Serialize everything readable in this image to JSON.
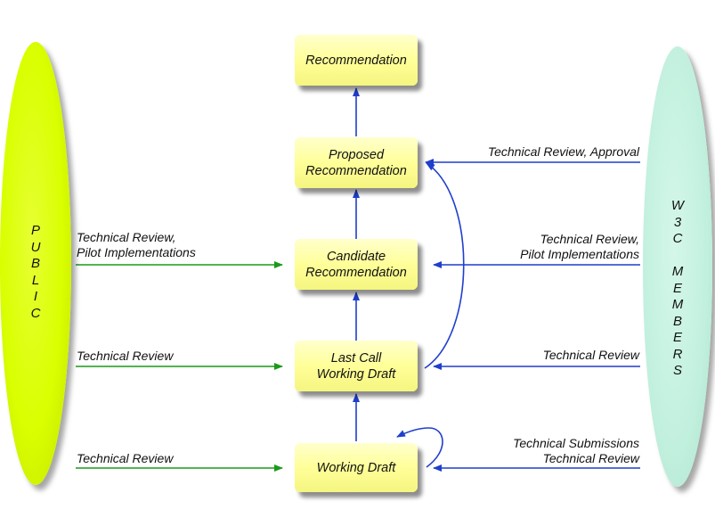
{
  "colors": {
    "public_fill": "#d9ff00",
    "w3c_fill": "#c2f0de",
    "stage_fill": "#ffff99",
    "public_arrow": "#1a9a1a",
    "w3c_arrow": "#1f3fcc"
  },
  "public": {
    "label": "P\nU\nB\nL\nI\nC"
  },
  "w3c": {
    "label": "W\n3\nC\n \nM\nE\nM\nB\nE\nR\nS"
  },
  "stages": {
    "recommendation": "Recommendation",
    "proposed": "Proposed\nRecommendation",
    "candidate": "Candidate\nRecommendation",
    "last_call": "Last Call\nWorking Draft",
    "working_draft": "Working Draft"
  },
  "annotations": {
    "public_candidate": "Technical Review,\nPilot Implementations",
    "public_last_call": "Technical Review",
    "public_working_draft": "Technical Review",
    "w3c_proposed": "Technical Review, Approval",
    "w3c_candidate": "Technical Review,\nPilot Implementations",
    "w3c_last_call": "Technical Review",
    "w3c_working_draft": "Technical Submissions\nTechnical Review"
  }
}
